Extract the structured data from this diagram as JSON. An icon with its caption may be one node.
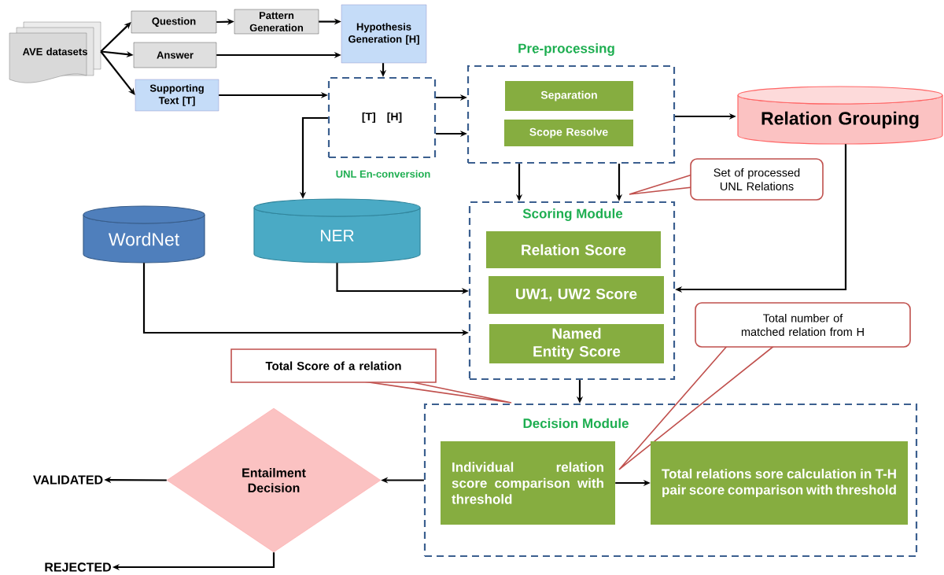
{
  "diagram": {
    "nodes": [
      {
        "text": [
          "AVE datasets"
        ]
      },
      {
        "text": [
          "Question"
        ]
      },
      {
        "text": [
          "Pattern Generation"
        ]
      },
      {
        "text": [
          "Hypothesis Generation [H]"
        ]
      },
      {
        "text": [
          "Answer"
        ]
      },
      {
        "text": [
          "Supporting Text [T]"
        ]
      },
      {
        "text": [
          "[T]",
          "[H]",
          "UNL En-conversion"
        ]
      },
      {
        "text": [
          "Pre-processing"
        ]
      },
      {
        "text": [
          "Separation"
        ],
        "in": 7
      },
      {
        "text": [
          "Scope Resolve"
        ],
        "in": 7
      },
      {
        "text": [
          "Relation Grouping"
        ]
      },
      {
        "text": [
          "Set of processed UNL Relations"
        ]
      },
      {
        "text": [
          "Scoring Module"
        ]
      },
      {
        "text": [
          "Relation Score"
        ],
        "in": 12
      },
      {
        "text": [
          "UW1, UW2 Score"
        ],
        "in": 12
      },
      {
        "text": [
          "Named Entity Score"
        ],
        "in": 12
      },
      {
        "text": [
          "WordNet"
        ]
      },
      {
        "text": [
          "NER"
        ]
      },
      {
        "text": [
          "Total number of matched relation from H"
        ]
      },
      {
        "text": [
          "Total Score of a relation"
        ]
      },
      {
        "text": [
          "Decision Module"
        ]
      },
      {
        "text": [
          "Individual relation score comparison with threshold"
        ],
        "in": 20
      },
      {
        "text": [
          "Total relations sore calculation in T-H pair score comparison with threshold"
        ],
        "in": 20
      },
      {
        "text": [
          "Entailment Decision"
        ]
      },
      {
        "text": [
          "VALIDATED"
        ]
      },
      {
        "text": [
          "REJECTED"
        ]
      }
    ],
    "edges": [
      {
        "from": 0,
        "to": 1,
        "arrow": "to"
      },
      {
        "from": 0,
        "to": 4,
        "arrow": "to"
      },
      {
        "from": 0,
        "to": 5,
        "arrow": "to"
      },
      {
        "from": 1,
        "to": 2,
        "arrow": "to"
      },
      {
        "from": 2,
        "to": 3,
        "arrow": "to"
      },
      {
        "from": 4,
        "to": 3,
        "arrow": "to"
      },
      {
        "from": 5,
        "to": 6,
        "arrow": "to"
      },
      {
        "from": 3,
        "to": 6,
        "arrow": "to"
      },
      {
        "from": 6,
        "to": 7,
        "arrow": "to"
      },
      {
        "from": 6,
        "to": 7,
        "arrow": "to"
      },
      {
        "from": 6,
        "to": 17,
        "arrow": "to"
      },
      {
        "from": 7,
        "to": 10,
        "arrow": "to"
      },
      {
        "from": 7,
        "to": 12,
        "arrow": "to"
      },
      {
        "from": 7,
        "to": 12,
        "arrow": "to"
      },
      {
        "from": 10,
        "to": 12,
        "arrow": "to"
      },
      {
        "from": 17,
        "to": 12,
        "arrow": "to"
      },
      {
        "from": 16,
        "to": 12,
        "arrow": "to"
      },
      {
        "from": 12,
        "to": 20,
        "arrow": "to"
      },
      {
        "from": 21,
        "to": 22,
        "arrow": "to"
      },
      {
        "from": 20,
        "to": 23,
        "arrow": "to"
      },
      {
        "from": 23,
        "to": 24,
        "arrow": "to"
      },
      {
        "from": 23,
        "to": 25,
        "arrow": "to"
      }
    ]
  }
}
